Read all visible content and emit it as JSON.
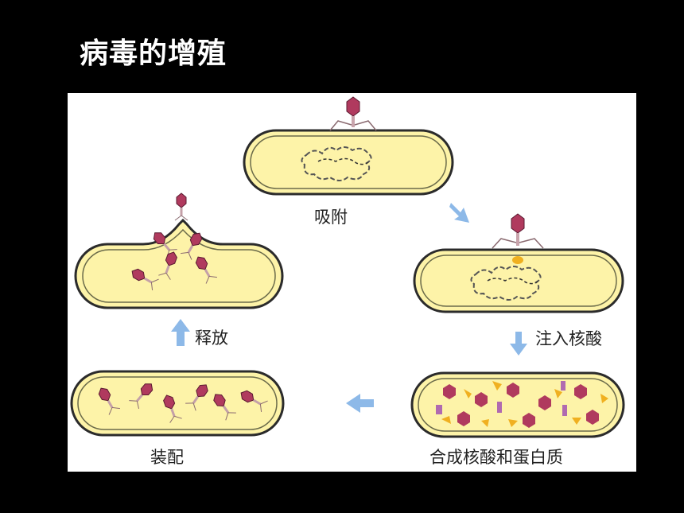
{
  "slide": {
    "title": "病毒的增殖"
  },
  "stages": [
    {
      "key": "adsorption",
      "label": "吸附"
    },
    {
      "key": "inject",
      "label": "注入核酸"
    },
    {
      "key": "synthesis",
      "label": "合成核酸和蛋白质"
    },
    {
      "key": "assembly",
      "label": "装配"
    },
    {
      "key": "release",
      "label": "释放"
    }
  ],
  "colors": {
    "background": "#000000",
    "panel": "#ffffff",
    "cell_fill": "#fdf3a8",
    "cell_outline": "#2b2b2b",
    "phage_head": "#b03a5e",
    "arrow": "#8db9e8",
    "protein": "#f0b020"
  }
}
